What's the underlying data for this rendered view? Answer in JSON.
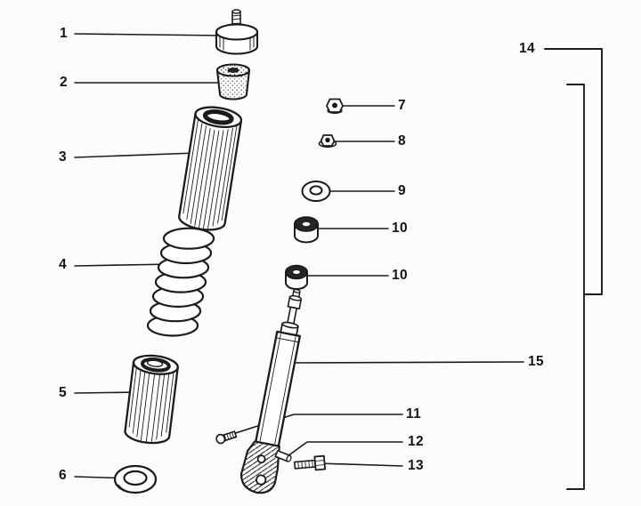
{
  "figure": {
    "background": "#fcfcfc",
    "ink": "#1b1b1b",
    "callouts": [
      {
        "part": "1",
        "label": "1"
      },
      {
        "part": "2",
        "label": "2"
      },
      {
        "part": "3",
        "label": "3"
      },
      {
        "part": "4",
        "label": "4"
      },
      {
        "part": "5",
        "label": "5"
      },
      {
        "part": "6",
        "label": "6"
      },
      {
        "part": "7",
        "label": "7"
      },
      {
        "part": "8",
        "label": "8"
      },
      {
        "part": "9",
        "label": "9"
      },
      {
        "part": "10",
        "label": "10"
      },
      {
        "part": "10",
        "label": "10"
      },
      {
        "part": "11",
        "label": "11"
      },
      {
        "part": "12",
        "label": "12"
      },
      {
        "part": "13",
        "label": "13"
      },
      {
        "part": "14",
        "label": "14"
      },
      {
        "part": "15",
        "label": "15"
      }
    ]
  }
}
